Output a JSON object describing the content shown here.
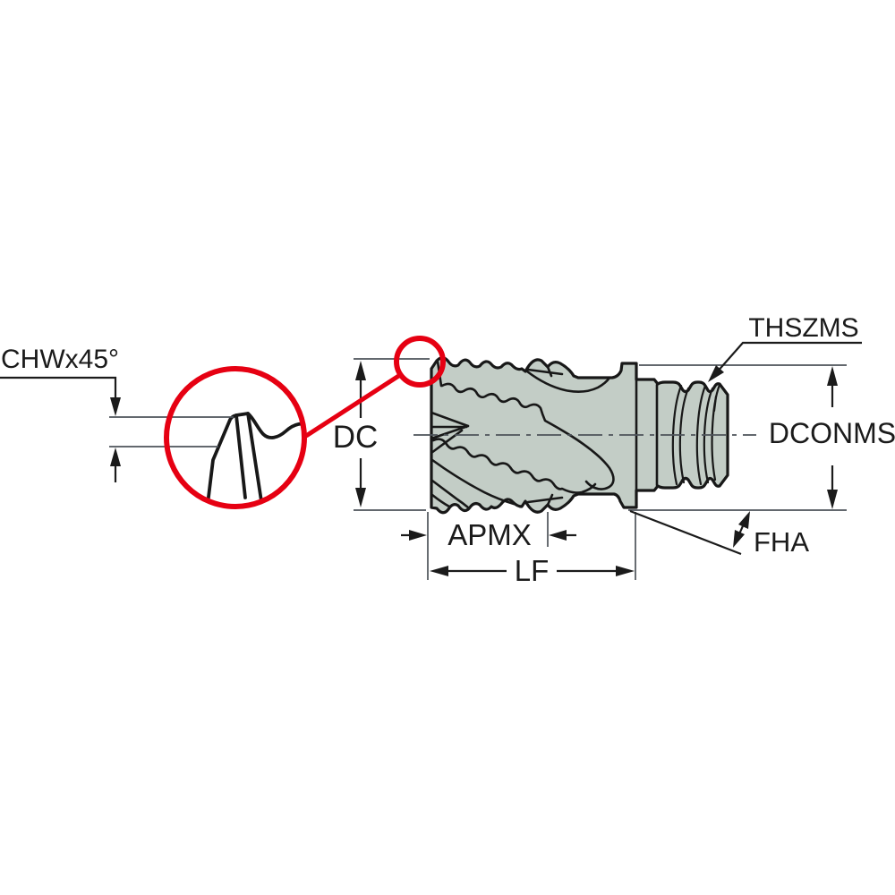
{
  "page": {
    "background": "#ffffff",
    "description": "Technical dimension drawing of an exchangeable milling head with threaded shank, side view with magnified corner-chamfer detail"
  },
  "labels": {
    "chw": "CHWx45°",
    "dc": "DC",
    "apmx": "APMX",
    "lf": "LF",
    "thszms": "THSZMS",
    "dconms": "DCONMS",
    "fha": "FHA"
  },
  "colors": {
    "tool_fill": "#c3cdc6",
    "outline": "#181818",
    "dimension_line": "#1b1b1b",
    "extension_line": "#4d535a",
    "detail_red": "#e60012",
    "text": "#1b1b1b"
  }
}
